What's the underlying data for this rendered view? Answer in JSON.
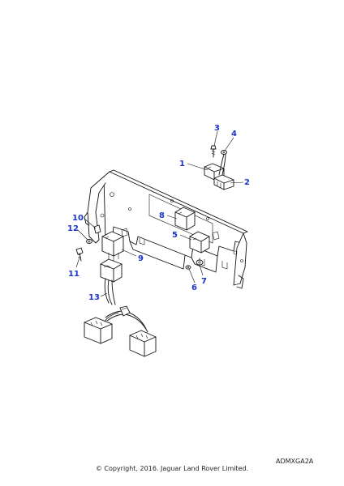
{
  "callouts": {
    "c1": "1",
    "c2": "2",
    "c3": "3",
    "c4": "4",
    "c5": "5",
    "c6": "6",
    "c7": "7",
    "c8": "8",
    "c9": "9",
    "c10": "10",
    "c11": "11",
    "c12": "12",
    "c13": "13"
  },
  "footer": {
    "reference_code": "ADMXGA2A",
    "copyright": "© Copyright, 2016. Jaguar Land Rover Limited."
  },
  "colors": {
    "callout": "#1a35c8",
    "linework": "#111111"
  }
}
